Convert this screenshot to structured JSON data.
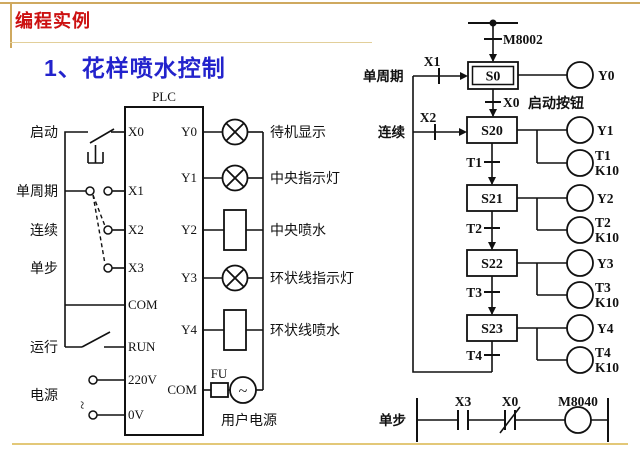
{
  "slide": {
    "header_title": "编程实例",
    "subtitle": "1、花样喷水控制"
  },
  "wiring": {
    "plc_label": "PLC",
    "left_labels": [
      "启动",
      "单周期",
      "连续",
      "单步",
      "运行",
      "电源"
    ],
    "input_terminals": [
      "X0",
      "X1",
      "X2",
      "X3",
      "COM",
      "RUN",
      "220V",
      "0V"
    ],
    "output_terminals": [
      "Y0",
      "Y1",
      "Y2",
      "Y3",
      "Y4",
      "COM"
    ],
    "output_labels": [
      "待机显示",
      "中央指示灯",
      "中央喷水",
      "环状线指示灯",
      "环状线喷水"
    ],
    "fuse_label": "FU",
    "ac_symbol": "~",
    "user_power_label": "用户电源"
  },
  "sfc": {
    "init_relay": "M8002",
    "single_cycle_label": "单周期",
    "continuous_label": "连续",
    "x1": "X1",
    "x2": "X2",
    "start_transition": "X0",
    "start_note": "启动按钮",
    "steps": [
      "S0",
      "S20",
      "S21",
      "S22",
      "S23"
    ],
    "outputs": [
      "Y0",
      "Y1",
      "Y2",
      "Y3",
      "Y4"
    ],
    "timers": [
      "T1",
      "T2",
      "T3",
      "T4"
    ],
    "timer_value": "K10"
  },
  "ladder": {
    "label": "单步",
    "contact1": "X3",
    "contact2": "X0",
    "coil": "M8040"
  }
}
